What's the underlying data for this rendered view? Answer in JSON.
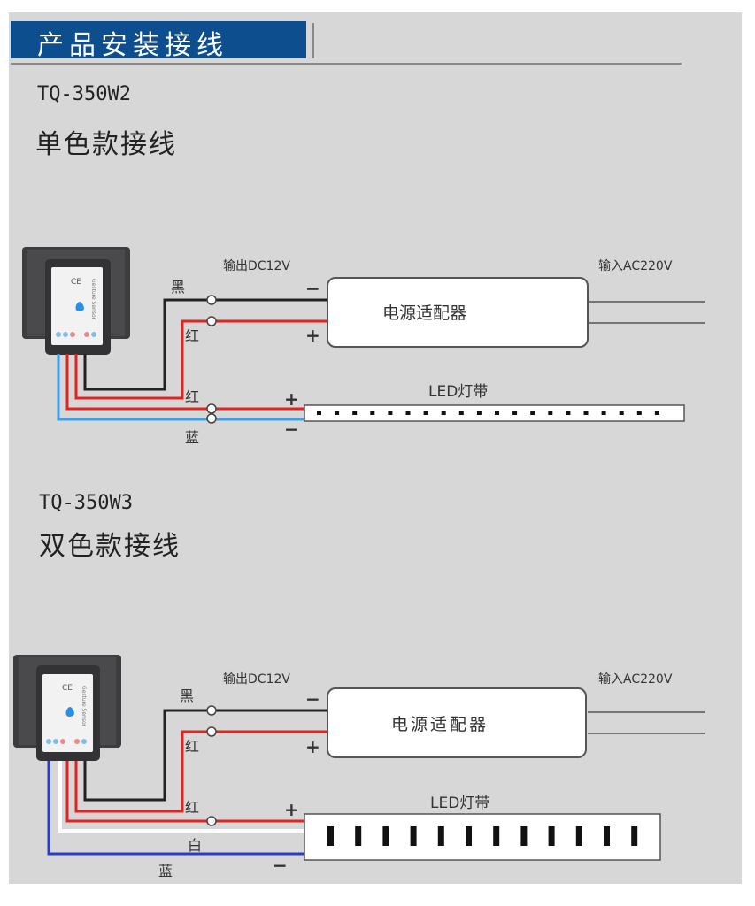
{
  "header": {
    "title": "产品安装接线"
  },
  "sections": [
    {
      "model": "TQ-350W2",
      "subtitle": "单色款接线",
      "output_label": "输出DC12V",
      "input_label": "输入AC220V",
      "adapter_label": "电源适配器",
      "led_label": "LED灯带",
      "wire_labels": {
        "black": "黑",
        "red_top": "红",
        "red_bottom": "红",
        "blue": "蓝"
      },
      "polarity": {
        "adapter_minus": "−",
        "adapter_plus": "+",
        "led_plus": "+",
        "led_minus": "−"
      },
      "led_count": 20,
      "device_label": "Gesture Sensor"
    },
    {
      "model": "TQ-350W3",
      "subtitle": "双色款接线",
      "output_label": "输出DC12V",
      "input_label": "输入AC220V",
      "adapter_label": "电源适配器",
      "led_label": "LED灯带",
      "wire_labels": {
        "black": "黑",
        "red_top": "红",
        "red_bottom": "红",
        "white": "白",
        "blue": "蓝"
      },
      "polarity": {
        "adapter_minus": "−",
        "adapter_plus": "+",
        "led_plus": "+",
        "led_minus": "−"
      },
      "led_count": 12,
      "device_label": "Gesture Sensor"
    }
  ],
  "colors": {
    "header_bg": "#0c4e8e",
    "wire_black": "#222222",
    "wire_red": "#e02424",
    "wire_blue_light": "#3aa0e8",
    "wire_blue_dark": "#2a3bd0",
    "wire_white": "#ffffff"
  }
}
